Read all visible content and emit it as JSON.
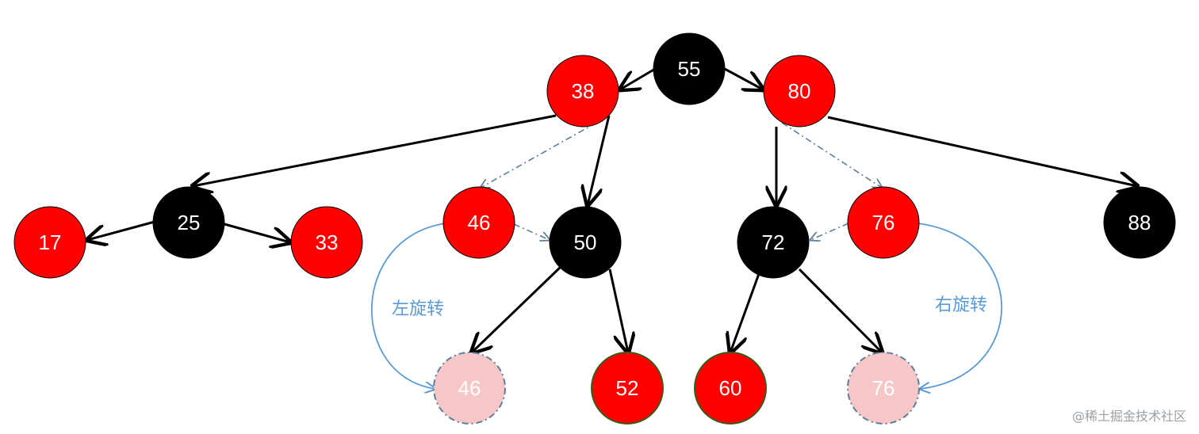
{
  "nodes": {
    "n55": {
      "label": "55",
      "color": "#000000"
    },
    "n38": {
      "label": "38",
      "color": "#ff0000"
    },
    "n80": {
      "label": "80",
      "color": "#ff0000"
    },
    "n25": {
      "label": "25",
      "color": "#000000"
    },
    "n17": {
      "label": "17",
      "color": "#ff0000"
    },
    "n33": {
      "label": "33",
      "color": "#ff0000"
    },
    "n46": {
      "label": "46",
      "color": "#ff0000"
    },
    "n50": {
      "label": "50",
      "color": "#000000"
    },
    "n72": {
      "label": "72",
      "color": "#000000"
    },
    "n76": {
      "label": "76",
      "color": "#ff0000"
    },
    "n88": {
      "label": "88",
      "color": "#000000"
    },
    "n46b": {
      "label": "46",
      "color": "#f7c7c7"
    },
    "n52": {
      "label": "52",
      "color": "#ff0000"
    },
    "n60": {
      "label": "60",
      "color": "#ff0000"
    },
    "n76b": {
      "label": "76",
      "color": "#f7c7c7"
    }
  },
  "rotations": {
    "left": "左旋转",
    "right": "右旋转"
  },
  "watermark": "@稀土掘金技术社区",
  "colors": {
    "black_node": "#000000",
    "red_node": "#ff0000",
    "ghost_node": "#f7c7c7",
    "edge": "#000000",
    "dashed_edge": "#5d7e9d",
    "rotation_arc": "#5b9bd5"
  }
}
